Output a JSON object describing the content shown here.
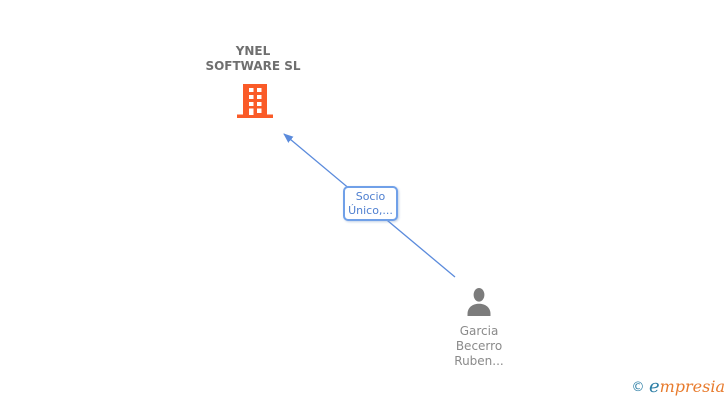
{
  "diagram": {
    "company": {
      "name": "YNEL SOFTWARE SL",
      "icon": "building-icon",
      "icon_color": "#FA5B28",
      "name_color": "#6F6F6F"
    },
    "person": {
      "name": "Garcia Becerro Ruben...",
      "icon": "person-icon",
      "icon_color": "#7C7C7C",
      "name_color": "#8A8A8A"
    },
    "edge": {
      "label": "Socio Único,...",
      "color": "#5B8BDC",
      "label_color": "#4E7FD0",
      "box_border_color": "#70A0E8",
      "from": "person",
      "to": "company"
    }
  },
  "watermark": {
    "copyright_symbol": "©",
    "brand_initial": "e",
    "brand_rest": "mpresia",
    "initial_color": "#2E7FA6",
    "rest_color": "#E87B2D"
  }
}
